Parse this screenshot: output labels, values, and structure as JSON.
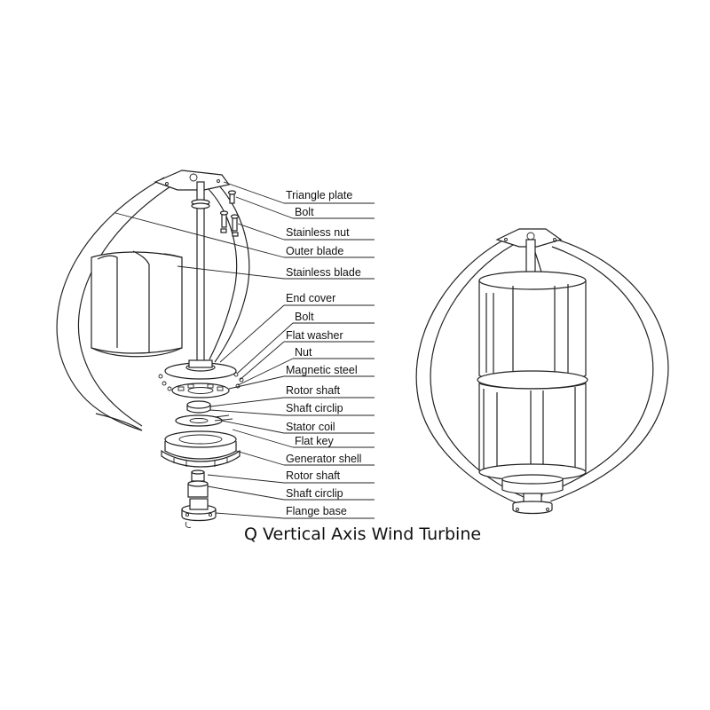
{
  "title": "Q Vertical Axis Wind Turbine",
  "labels": [
    "Triangle  plate",
    "Bolt",
    "Stainless  nut",
    "Outer blade",
    "Stainless blade",
    "End cover",
    "Bolt",
    "Flat washer",
    "Nut",
    "Magnetic steel",
    "Rotor shaft",
    "Shaft circlip",
    "Stator coil",
    "Flat key",
    "Generator shell",
    "Rotor shaft",
    "Shaft circlip",
    "Flange base"
  ]
}
